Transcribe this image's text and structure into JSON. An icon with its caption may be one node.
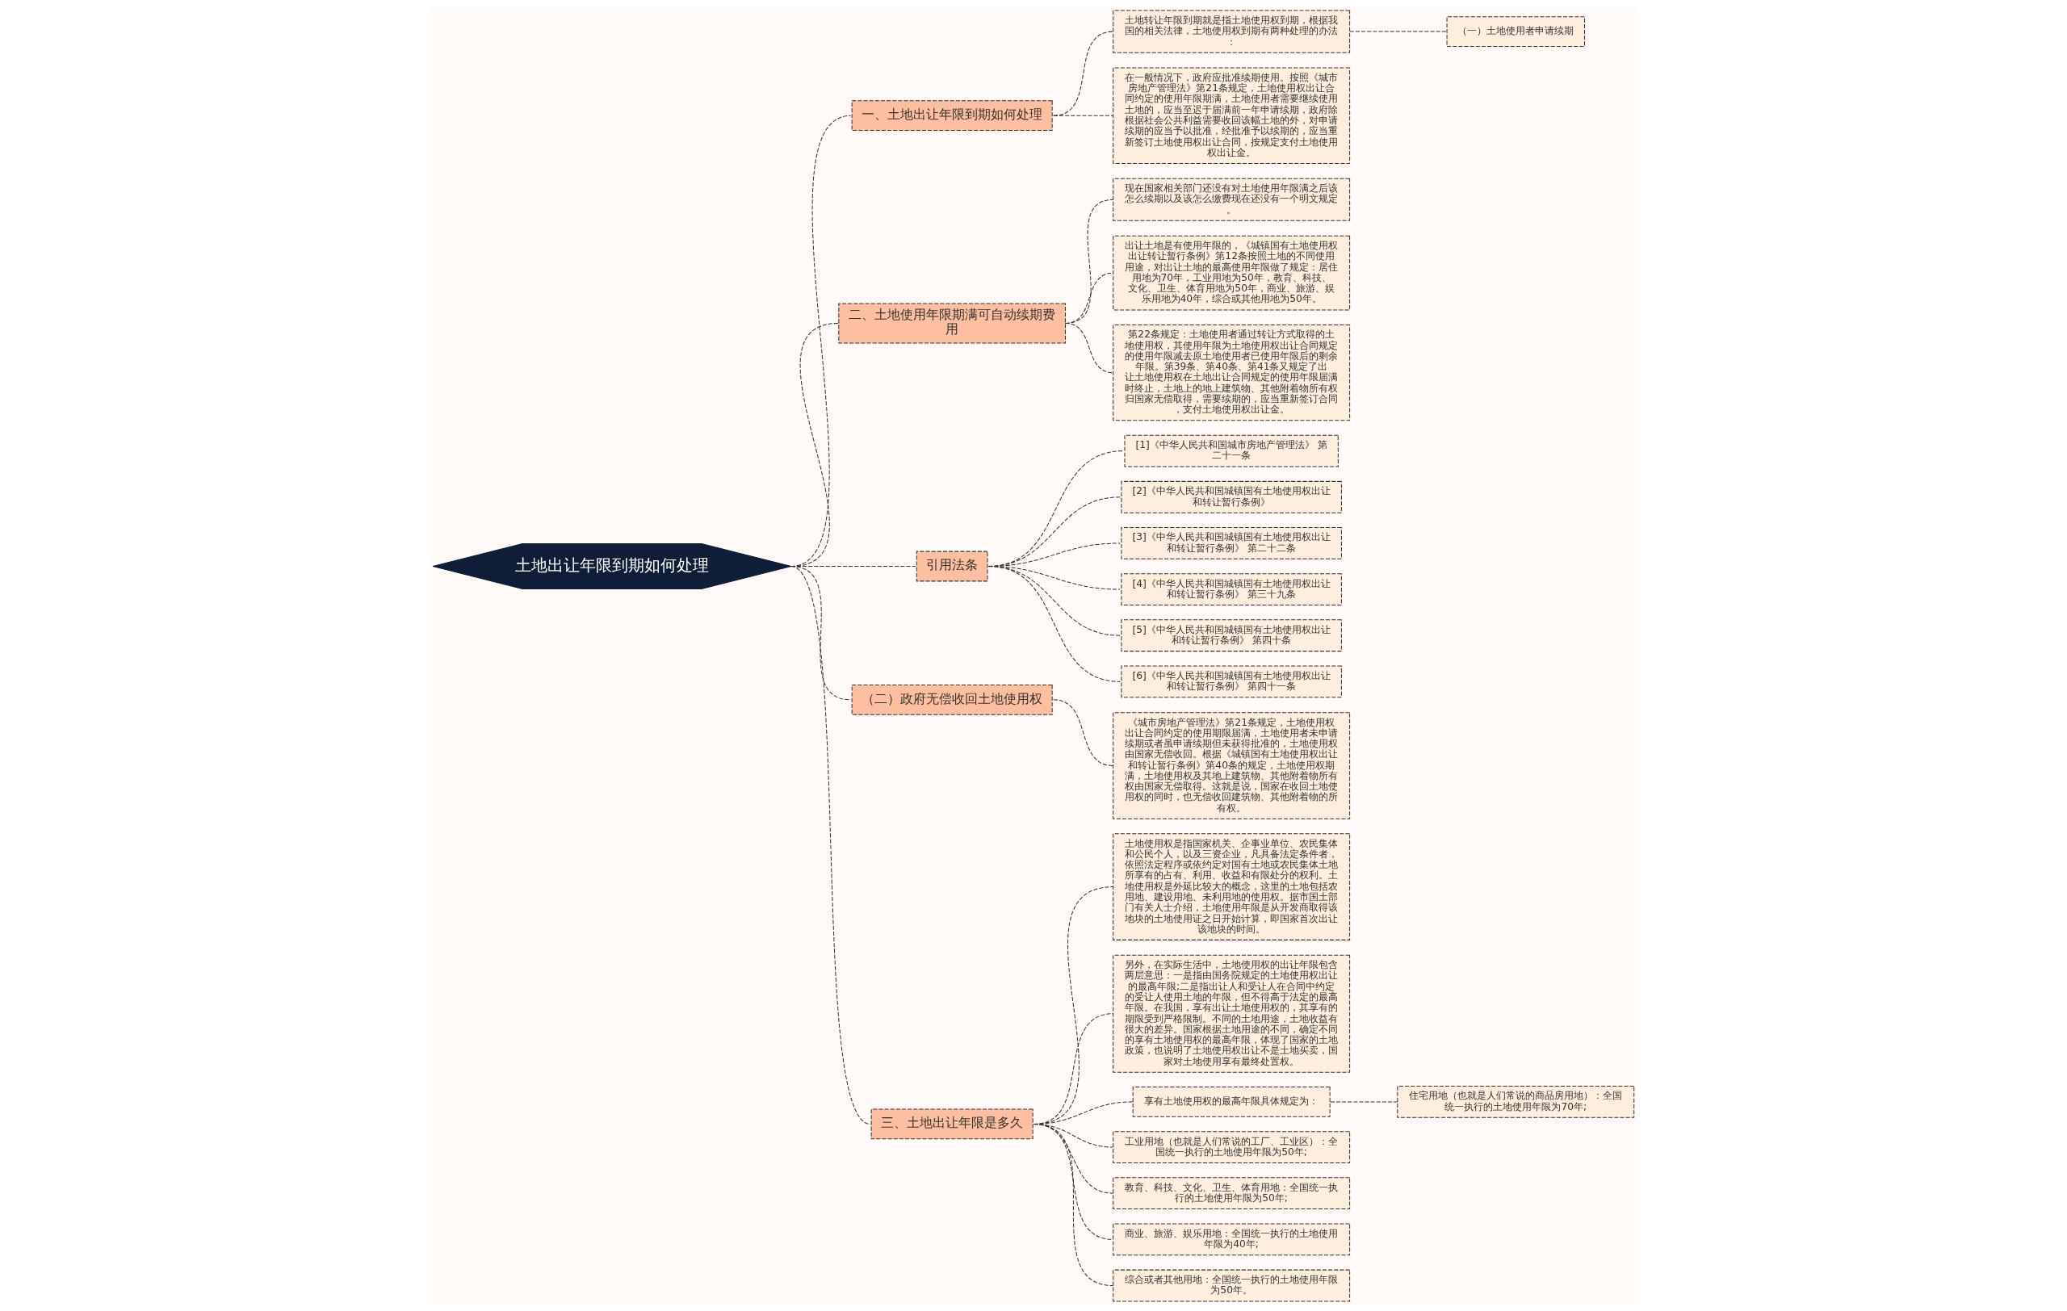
{
  "diagram": {
    "nodes": [
      {
        "text": [
          "土地出让年限到期如何处理"
        ]
      },
      {
        "text": [
          "一、土地出让年限到期如何处理"
        ]
      },
      {
        "text": [
          "土地转让年限到期就是指土地使用权到期，根据我国的相关法律，土地使用权到期有两种处理的办法："
        ]
      },
      {
        "text": [
          "（一）土地使用者申请续期"
        ]
      },
      {
        "text": [
          "在一般情况下，政府应批准续期使用。按照《城市房地产管理法》第21条规定，土地使用权出让合同约定的使用年限期满，土地使用者需要继续使用土地的，应当至迟于届满前一年申请续期，政府除根据社会公共利益需要收回该幅土地的外，对申请续期的应当予以批准，经批准予以续期的，应当重新签订土地使用权出让合同，按规定支付土地使用权出让金。"
        ]
      },
      {
        "text": [
          "二、土地使用年限期满可自动续期费用"
        ]
      },
      {
        "text": [
          "现在国家相关部门还没有对土地使用年限满之后该怎么续期以及该怎么缴费现在还没有一个明文规定。"
        ]
      },
      {
        "text": [
          "出让土地是有使用年限的，《城镇国有土地使用权出让转让暂行条例》第12条按照土地的不同使用用途，对出让土地的最高使用年限做了规定：居住用地为70年，工业用地为50年，教育、科技、文化、卫生、体育用地为50年，商业、旅游、娱乐用地为40年，综合或其他用地为50年。"
        ]
      },
      {
        "text": [
          "第22条规定：土地使用者通过转让方式取得的土地使用权，其使用年限为土地使用权出让合同规定的使用年限减去原土地使用者已使用年限后的剩余年限。第39条、第40条、第41条又规定了出让土地使用权在土地出让合同规定的使用年限届满时终止，土地上的地上建筑物、其他附着物所有权归国家无偿取得，需要续期的，应当重新签订合同，支付土地使用权出让金。"
        ]
      },
      {
        "text": [
          "引用法条"
        ]
      },
      {
        "text": [
          "[1]《中华人民共和国城市房地产管理法》 第二十一条"
        ]
      },
      {
        "text": [
          "[2]《中华人民共和国城镇国有土地使用权出让和转让暂行条例》"
        ]
      },
      {
        "text": [
          "[3]《中华人民共和国城镇国有土地使用权出让和转让暂行条例》 第二十二条"
        ]
      },
      {
        "text": [
          "[4]《中华人民共和国城镇国有土地使用权出让和转让暂行条例》 第三十九条"
        ]
      },
      {
        "text": [
          "[5]《中华人民共和国城镇国有土地使用权出让和转让暂行条例》 第四十条"
        ]
      },
      {
        "text": [
          "[6]《中华人民共和国城镇国有土地使用权出让和转让暂行条例》 第四十一条"
        ]
      },
      {
        "text": [
          "（二）政府无偿收回土地使用权"
        ]
      },
      {
        "text": [
          "《城市房地产管理法》第21条规定，土地使用权出让合同约定的使用期限届满，土地使用者未申请续期或者虽申请续期但未获得批准的，土地使用权由国家无偿收回。根据《城镇国有土地使用权出让和转让暂行条例》第40条的规定，土地使用权期满，土地使用权及其地上建筑物、其他附着物所有权由国家无偿取得。这就是说，国家在收回土地使用权的同时，也无偿收回建筑物、其他附着物的所有权。"
        ]
      },
      {
        "text": [
          "三、土地出让年限是多久"
        ]
      },
      {
        "text": [
          "土地使用权是指国家机关、企事业单位、农民集体和公民个人，以及三资企业，凡具备法定条件者，依照法定程序或依约定对国有土地或农民集体土地所享有的占有、利用、收益和有限处分的权利。土地使用权是外延比较大的概念，这里的土地包括农用地、建设用地、未利用地的使用权。据市国土部门有关人士介绍，土地使用年限是从开发商取得该地块的土地使用证之日开始计算，即国家首次出让该地块的时间。"
        ]
      },
      {
        "text": [
          "另外，在实际生活中，土地使用权的出让年限包含两层意思：一是指由国务院规定的土地使用权出让的最高年限;二是指出让人和受让人在合同中约定的受让人使用土地的年限，但不得高于法定的最高年限。在我国，享有出让土地使用权的，其享有的期限受到严格限制。不同的土地用途，土地收益有很大的差异。国家根据土地用途的不同，确定不同的享有土地使用权的最高年限，体现了国家的土地政策，也说明了土地使用权出让不是土地买卖，国家对土地使用享有最终处置权。"
        ]
      },
      {
        "text": [
          "享有土地使用权的最高年限具体规定为："
        ]
      },
      {
        "text": [
          "住宅用地（也就是人们常说的商品房用地）：全国统一执行的土地使用年限为70年;"
        ]
      },
      {
        "text": [
          "工业用地（也就是人们常说的工厂、工业区）：全国统一执行的土地使用年限为50年;"
        ]
      },
      {
        "text": [
          "教育、科技、文化、卫生、体育用地：全国统一执行的土地使用年限为50年;"
        ]
      },
      {
        "text": [
          "商业、旅游、娱乐用地：全国统一执行的土地使用年限为40年;"
        ]
      },
      {
        "text": [
          "综合或者其他用地：全国统一执行的土地使用年限为50年。"
        ]
      }
    ],
    "edges": [
      {
        "from": 0,
        "to": 1,
        "arrow": "none",
        "style": "dashed"
      },
      {
        "from": 1,
        "to": 2,
        "arrow": "none",
        "style": "dashed"
      },
      {
        "from": 2,
        "to": 3,
        "arrow": "none",
        "style": "dashed"
      },
      {
        "from": 1,
        "to": 4,
        "arrow": "none",
        "style": "dashed"
      },
      {
        "from": 0,
        "to": 5,
        "arrow": "none",
        "style": "dashed"
      },
      {
        "from": 5,
        "to": 6,
        "arrow": "none",
        "style": "dashed"
      },
      {
        "from": 5,
        "to": 7,
        "arrow": "none",
        "style": "dashed"
      },
      {
        "from": 5,
        "to": 8,
        "arrow": "none",
        "style": "dashed"
      },
      {
        "from": 0,
        "to": 9,
        "arrow": "none",
        "style": "dashed"
      },
      {
        "from": 9,
        "to": 10,
        "arrow": "none",
        "style": "dashed"
      },
      {
        "from": 9,
        "to": 11,
        "arrow": "none",
        "style": "dashed"
      },
      {
        "from": 9,
        "to": 12,
        "arrow": "none",
        "style": "dashed"
      },
      {
        "from": 9,
        "to": 13,
        "arrow": "none",
        "style": "dashed"
      },
      {
        "from": 9,
        "to": 14,
        "arrow": "none",
        "style": "dashed"
      },
      {
        "from": 9,
        "to": 15,
        "arrow": "none",
        "style": "dashed"
      },
      {
        "from": 0,
        "to": 16,
        "arrow": "none",
        "style": "dashed"
      },
      {
        "from": 16,
        "to": 17,
        "arrow": "none",
        "style": "dashed"
      },
      {
        "from": 0,
        "to": 18,
        "arrow": "none",
        "style": "dashed"
      },
      {
        "from": 18,
        "to": 19,
        "arrow": "none",
        "style": "dashed"
      },
      {
        "from": 18,
        "to": 20,
        "arrow": "none",
        "style": "dashed"
      },
      {
        "from": 18,
        "to": 21,
        "arrow": "none",
        "style": "dashed"
      },
      {
        "from": 21,
        "to": 22,
        "arrow": "none",
        "style": "dashed"
      },
      {
        "from": 18,
        "to": 23,
        "arrow": "none",
        "style": "dashed"
      },
      {
        "from": 18,
        "to": 24,
        "arrow": "none",
        "style": "dashed"
      },
      {
        "from": 18,
        "to": 25,
        "arrow": "none",
        "style": "dashed"
      },
      {
        "from": 18,
        "to": 26,
        "arrow": "none",
        "style": "dashed"
      }
    ]
  }
}
